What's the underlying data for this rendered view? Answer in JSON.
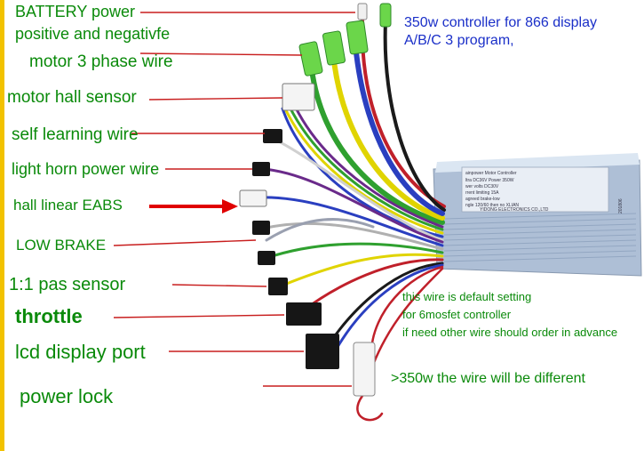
{
  "labels": {
    "battery_power": "BATTERY power",
    "positive_negative": "positive and negativfe",
    "motor_phase": "motor 3 phase wire",
    "motor_hall": "motor hall sensor",
    "self_learning": "self learning wire",
    "light_horn": "light horn power wire",
    "hall_linear": "hall linear EABS",
    "low_brake": "LOW BRAKE",
    "pas_sensor": "1:1 pas sensor",
    "throttle": "throttle",
    "lcd_port": "lcd display port",
    "power_lock": "power lock"
  },
  "header": {
    "line1": "350w controller for 866 display",
    "line2": "A/B/C 3 program,"
  },
  "notes": {
    "default_1": "this wire is default setting",
    "default_2": "for 6mosfet controller",
    "default_3": "if need other wire should order in advance",
    "different": ">350w the wire will be different"
  },
  "controller": {
    "title": "ainpower Motor Controller",
    "spec1": "ltra DC36V    Power 350W",
    "spec2": "wer volts DC30V",
    "spec3": "rrent limiting 15A",
    "spec4": "agreed brake-low",
    "spec5": "ngle 120/60  then no XLIAN",
    "maker": "YIDONG ELECTRONICS CO.,LTD",
    "code": "201806"
  },
  "colors": {
    "label_green": "#0a8a0a",
    "header_blue": "#1a2fc8",
    "pointer_line": "#c81e1e",
    "left_border": "#f2c200",
    "controller_body": "#b8cde6"
  }
}
